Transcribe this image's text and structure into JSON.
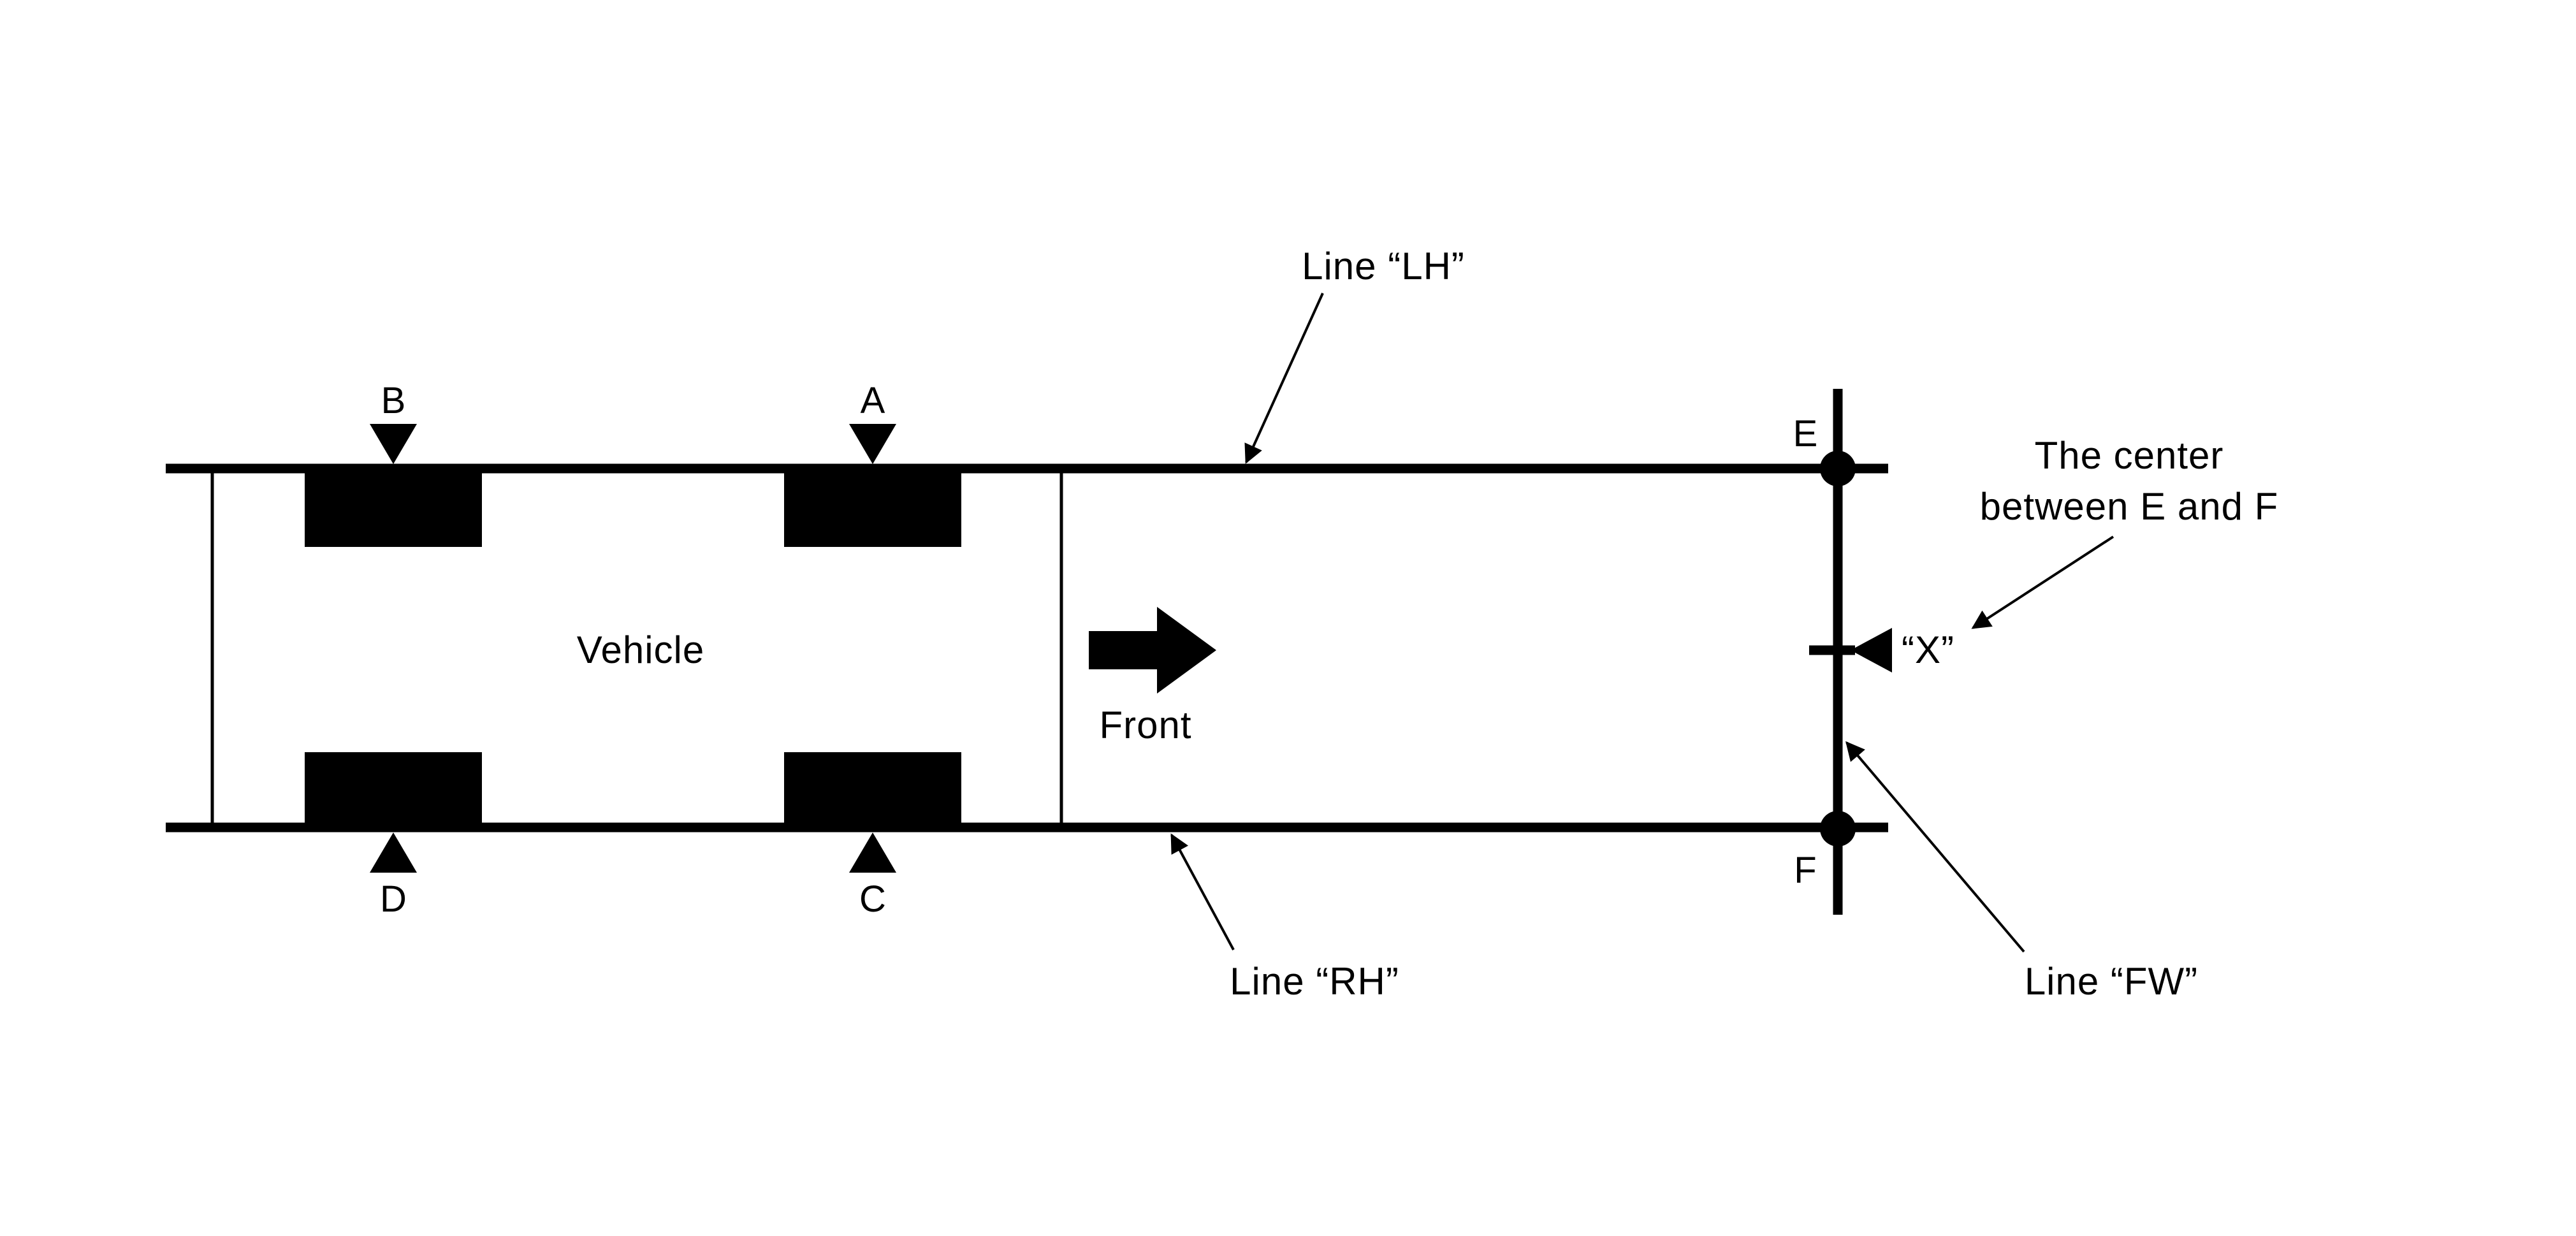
{
  "diagram": {
    "vehicle_label": "Vehicle",
    "front_label": "Front",
    "points": {
      "A": "A",
      "B": "B",
      "C": "C",
      "D": "D",
      "E": "E",
      "F": "F"
    },
    "lines": {
      "lh": "Line “LH”",
      "rh": "Line “RH”",
      "fw": "Line “FW”"
    },
    "x_marker": "“X”",
    "center_note": {
      "line1": "The center",
      "line2": "between E and F"
    },
    "colors": {
      "ink": "#000000",
      "background": "#ffffff"
    }
  }
}
